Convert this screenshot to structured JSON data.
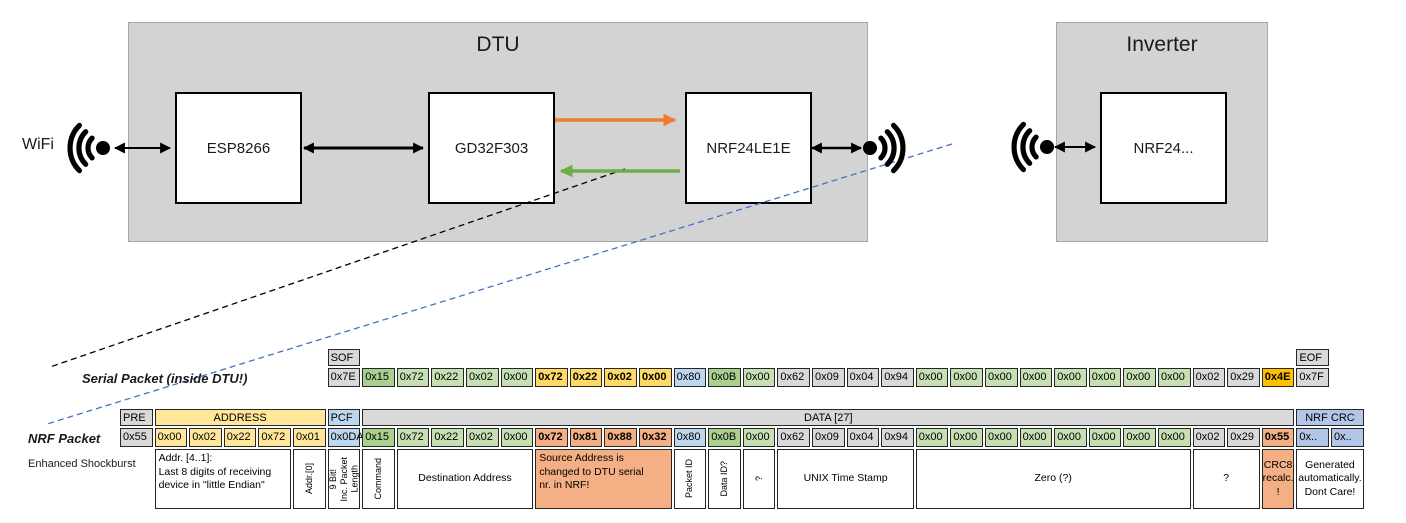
{
  "diagram": {
    "wifi_label": "WiFi",
    "dtu": {
      "title": "DTU",
      "chips": [
        "ESP8266",
        "GD32F303",
        "NRF24LE1E"
      ]
    },
    "inverter": {
      "title": "Inverter",
      "chips": [
        "NRF24..."
      ]
    },
    "colors": {
      "orange_arrow": "#ed7d31",
      "green_arrow": "#70ad47",
      "blue_dashed": "#4472c4",
      "black": "#000000"
    }
  },
  "serial_packet": {
    "label": "Serial Packet (inside DTU!)",
    "sof": {
      "header": "SOF",
      "value": "0x7E"
    },
    "eof": {
      "header": "EOF",
      "value": "0x7F"
    },
    "bytes": [
      {
        "v": "0x15",
        "c": "g2"
      },
      {
        "v": "0x72",
        "c": "g1"
      },
      {
        "v": "0x22",
        "c": "g1"
      },
      {
        "v": "0x02",
        "c": "g1"
      },
      {
        "v": "0x00",
        "c": "g1"
      },
      {
        "v": "0x72",
        "c": "gold",
        "b": true
      },
      {
        "v": "0x22",
        "c": "gold",
        "b": true
      },
      {
        "v": "0x02",
        "c": "gold",
        "b": true
      },
      {
        "v": "0x00",
        "c": "gold",
        "b": true
      },
      {
        "v": "0x80",
        "c": "blue1"
      },
      {
        "v": "0x0B",
        "c": "g2"
      },
      {
        "v": "0x00",
        "c": "g1"
      },
      {
        "v": "0x62",
        "c": "gray"
      },
      {
        "v": "0x09",
        "c": "gray"
      },
      {
        "v": "0x04",
        "c": "gray"
      },
      {
        "v": "0x94",
        "c": "gray"
      },
      {
        "v": "0x00",
        "c": "g1"
      },
      {
        "v": "0x00",
        "c": "g1"
      },
      {
        "v": "0x00",
        "c": "g1"
      },
      {
        "v": "0x00",
        "c": "g1"
      },
      {
        "v": "0x00",
        "c": "g1"
      },
      {
        "v": "0x00",
        "c": "g1"
      },
      {
        "v": "0x00",
        "c": "g1"
      },
      {
        "v": "0x00",
        "c": "g1"
      },
      {
        "v": "0x02",
        "c": "gray"
      },
      {
        "v": "0x29",
        "c": "gray"
      },
      {
        "v": "0x4E",
        "c": "orange",
        "b": true
      }
    ]
  },
  "nrf_packet": {
    "label": "NRF Packet",
    "sublabel": "Enhanced Shockburst",
    "headers": [
      {
        "label": "PRE",
        "span": 1,
        "c": "gray",
        "align": "left"
      },
      {
        "label": "ADDRESS",
        "span": 5,
        "c": "yellow",
        "align": "center"
      },
      {
        "label": "PCF",
        "span": 1,
        "c": "blue1",
        "align": "left"
      },
      {
        "label": "DATA [27]",
        "span": 27,
        "c": "gray",
        "align": "center"
      },
      {
        "label": "NRF CRC",
        "span": 2,
        "c": "blue2",
        "align": "center"
      }
    ],
    "cells": [
      {
        "v": "0x55",
        "c": "gray"
      },
      {
        "v": "0x00",
        "c": "yellow"
      },
      {
        "v": "0x02",
        "c": "yellow"
      },
      {
        "v": "0x22",
        "c": "yellow"
      },
      {
        "v": "0x72",
        "c": "yellow"
      },
      {
        "v": "0x01",
        "c": "yellow"
      },
      {
        "v": "0x0DA",
        "c": "blue1"
      },
      {
        "v": "0x15",
        "c": "g2"
      },
      {
        "v": "0x72",
        "c": "g1"
      },
      {
        "v": "0x22",
        "c": "g1"
      },
      {
        "v": "0x02",
        "c": "g1"
      },
      {
        "v": "0x00",
        "c": "g1"
      },
      {
        "v": "0x72",
        "c": "salmon",
        "b": true
      },
      {
        "v": "0x81",
        "c": "salmon",
        "b": true
      },
      {
        "v": "0x88",
        "c": "salmon",
        "b": true
      },
      {
        "v": "0x32",
        "c": "salmon",
        "b": true
      },
      {
        "v": "0x80",
        "c": "blue1"
      },
      {
        "v": "0x0B",
        "c": "g2"
      },
      {
        "v": "0x00",
        "c": "g1"
      },
      {
        "v": "0x62",
        "c": "gray"
      },
      {
        "v": "0x09",
        "c": "gray"
      },
      {
        "v": "0x04",
        "c": "gray"
      },
      {
        "v": "0x94",
        "c": "gray"
      },
      {
        "v": "0x00",
        "c": "g1"
      },
      {
        "v": "0x00",
        "c": "g1"
      },
      {
        "v": "0x00",
        "c": "g1"
      },
      {
        "v": "0x00",
        "c": "g1"
      },
      {
        "v": "0x00",
        "c": "g1"
      },
      {
        "v": "0x00",
        "c": "g1"
      },
      {
        "v": "0x00",
        "c": "g1"
      },
      {
        "v": "0x00",
        "c": "g1"
      },
      {
        "v": "0x02",
        "c": "gray"
      },
      {
        "v": "0x29",
        "c": "gray"
      },
      {
        "v": "0x55",
        "c": "salmon",
        "b": true
      },
      {
        "v": "0x..",
        "c": "blue2"
      },
      {
        "v": "0x..",
        "c": "blue2"
      }
    ],
    "annotations": [
      {
        "text": "Addr. [4..1]:\nLast 8 digits of receiving\ndevice in \"little Endian\"",
        "col": 1,
        "span": 4,
        "align": "left",
        "bg": "white"
      },
      {
        "text": "Addr.[0]",
        "col": 5,
        "span": 1,
        "vertical": true,
        "bg": "white"
      },
      {
        "text": "9 Bit!\nInc. Packet\nLength",
        "col": 6,
        "span": 1,
        "vertical": true,
        "bg": "white"
      },
      {
        "text": "Command",
        "col": 7,
        "span": 1,
        "vertical": true,
        "bg": "white"
      },
      {
        "text": "Destination Address",
        "col": 8,
        "span": 4,
        "align": "center",
        "bg": "white"
      },
      {
        "text": "Source Address is\nchanged to DTU serial\nnr. in NRF!",
        "col": 12,
        "span": 4,
        "align": "left",
        "bg": "salmon"
      },
      {
        "text": "Packet ID",
        "col": 16,
        "span": 1,
        "vertical": true,
        "bg": "white"
      },
      {
        "text": "Data ID?",
        "col": 17,
        "span": 1,
        "vertical": true,
        "bg": "white"
      },
      {
        "text": "?",
        "col": 18,
        "span": 1,
        "vertical": true,
        "bg": "white"
      },
      {
        "text": "UNIX Time Stamp",
        "col": 19,
        "span": 4,
        "align": "center",
        "bg": "white"
      },
      {
        "text": "Zero (?)",
        "col": 23,
        "span": 8,
        "align": "center",
        "bg": "white"
      },
      {
        "text": "?",
        "col": 31,
        "span": 2,
        "align": "center",
        "bg": "white"
      },
      {
        "text": "CRC8\nrecalc.\n!",
        "col": 33,
        "span": 1,
        "align": "center",
        "bg": "salmon"
      },
      {
        "text": "Generated\nautomatically.\nDont Care!",
        "col": 34,
        "span": 2,
        "align": "center",
        "bg": "white"
      }
    ]
  }
}
